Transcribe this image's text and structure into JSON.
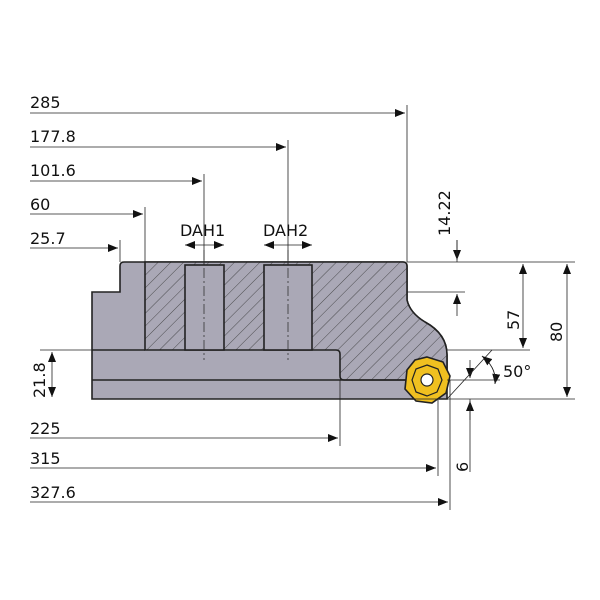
{
  "dimensions": {
    "d285": "285",
    "d177_8": "177.8",
    "d101_6": "101.6",
    "d60": "60",
    "d25_7": "25.7",
    "d225": "225",
    "d315": "315",
    "d327_6": "327.6",
    "d21_8": "21.8",
    "d14_22": "14.22",
    "d57": "57",
    "d80": "80",
    "d6": "6",
    "angle": "50°"
  },
  "holes": {
    "dah1": "DAH1",
    "dah2": "DAH2"
  },
  "colors": {
    "body": "#aaa8b6",
    "insert": "#f0c020",
    "line": "#222222"
  }
}
